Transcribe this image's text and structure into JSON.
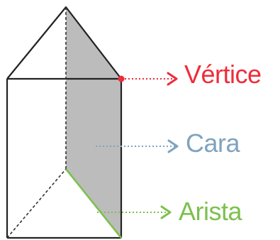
{
  "labels": {
    "vertex": "Vértice",
    "face": "Cara",
    "edge": "Arista"
  },
  "colors": {
    "vertex": "#ef2b3a",
    "face": "#7fa3bf",
    "edge": "#7cc04d",
    "outline": "#222222",
    "shaded_face": "#bcbcbc"
  },
  "icons": {
    "arrow": "arrow-right-icon",
    "vertex_marker": "dot-marker-icon"
  }
}
